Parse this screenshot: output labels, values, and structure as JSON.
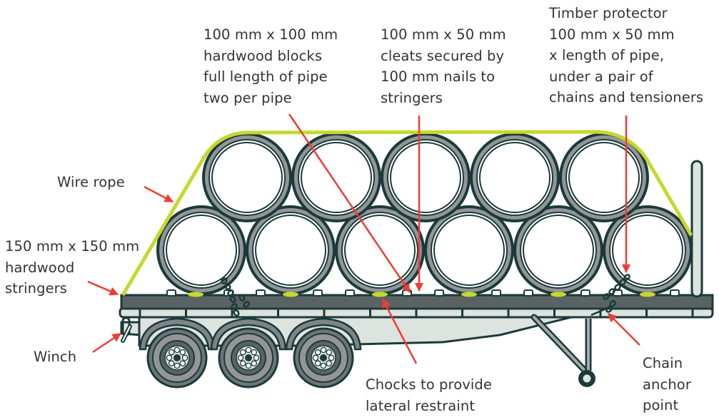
{
  "title": "Pipe load restraint on trailer",
  "colors": {
    "rope": "#c5d82e",
    "arrow": "#ee3d32",
    "outline": "#1b3a3a",
    "pipe_grey": "#939597",
    "deck": "#5a6363",
    "chassis_light": "#dde3df",
    "text": "#333333"
  },
  "labels": {
    "hardwood_blocks": [
      "100 mm x 100 mm",
      "hardwood blocks",
      "full length of pipe",
      "two per pipe"
    ],
    "cleats": [
      "100 mm x 50 mm",
      "cleats secured by",
      "100 mm nails to",
      "stringers"
    ],
    "timber_protector": [
      "Timber protector",
      "100 mm x 50 mm",
      "x length of pipe,",
      "under a pair of",
      "chains and tensioners"
    ],
    "wire_rope": [
      "Wire rope"
    ],
    "stringers": [
      "150 mm x 150 mm",
      "hardwood",
      "stringers"
    ],
    "winch": [
      "Winch"
    ],
    "chocks": [
      "Chocks to provide",
      "lateral restraint"
    ],
    "chain_anchor": [
      "Chain",
      "anchor",
      "point"
    ]
  },
  "load": {
    "pipes_bottom_row": 6,
    "pipes_top_row": 5,
    "axles": 3
  }
}
